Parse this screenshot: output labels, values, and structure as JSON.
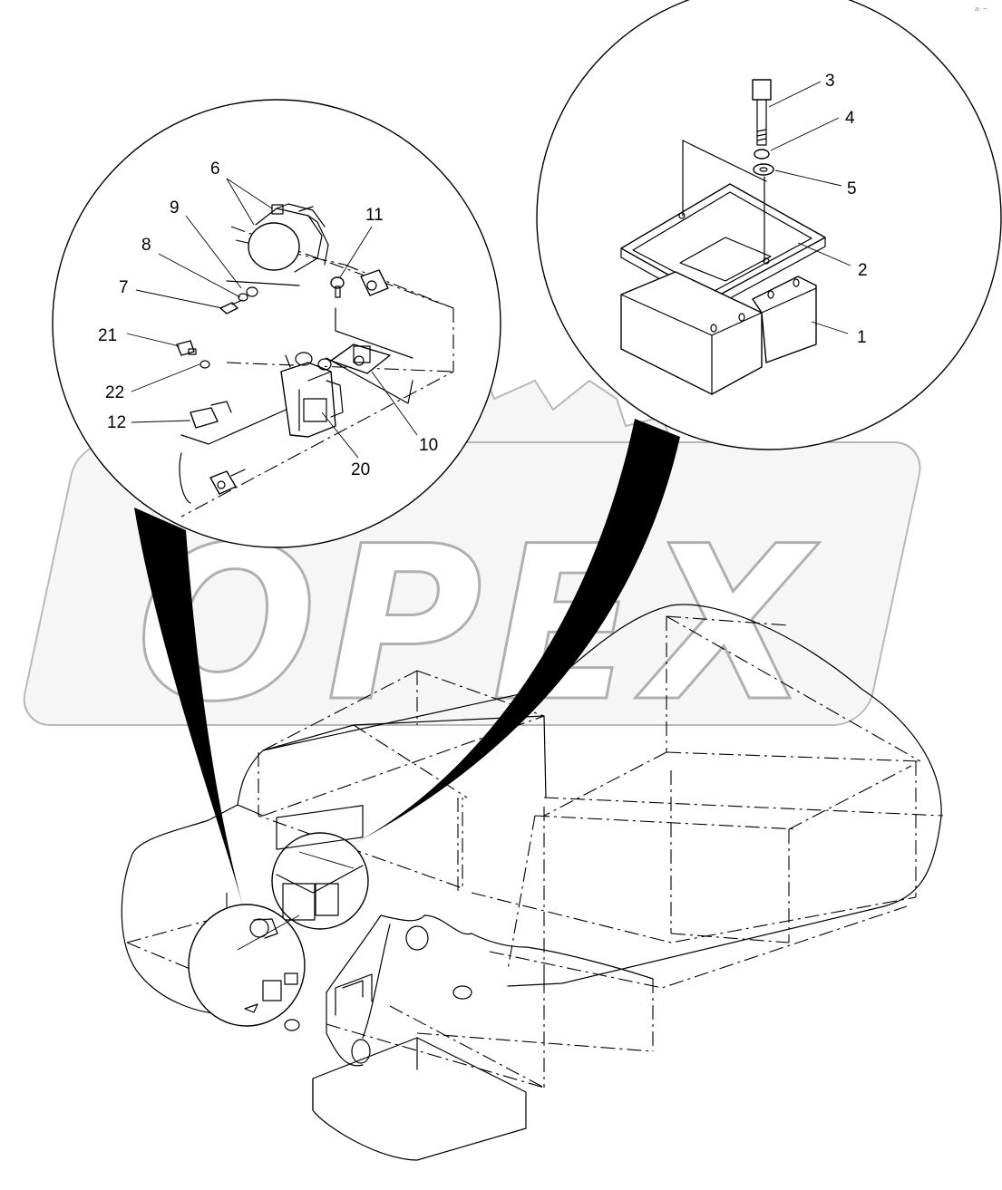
{
  "watermark": {
    "text": "OPEX"
  },
  "corner_mark": "a· ~",
  "callouts": {
    "c1": "1",
    "c2": "2",
    "c3": "3",
    "c4": "4",
    "c5": "5",
    "c6": "6",
    "c7": "7",
    "c8": "8",
    "c9": "9",
    "c10": "10",
    "c11": "11",
    "c12": "12",
    "c20": "20",
    "c21": "21",
    "c22": "22"
  }
}
